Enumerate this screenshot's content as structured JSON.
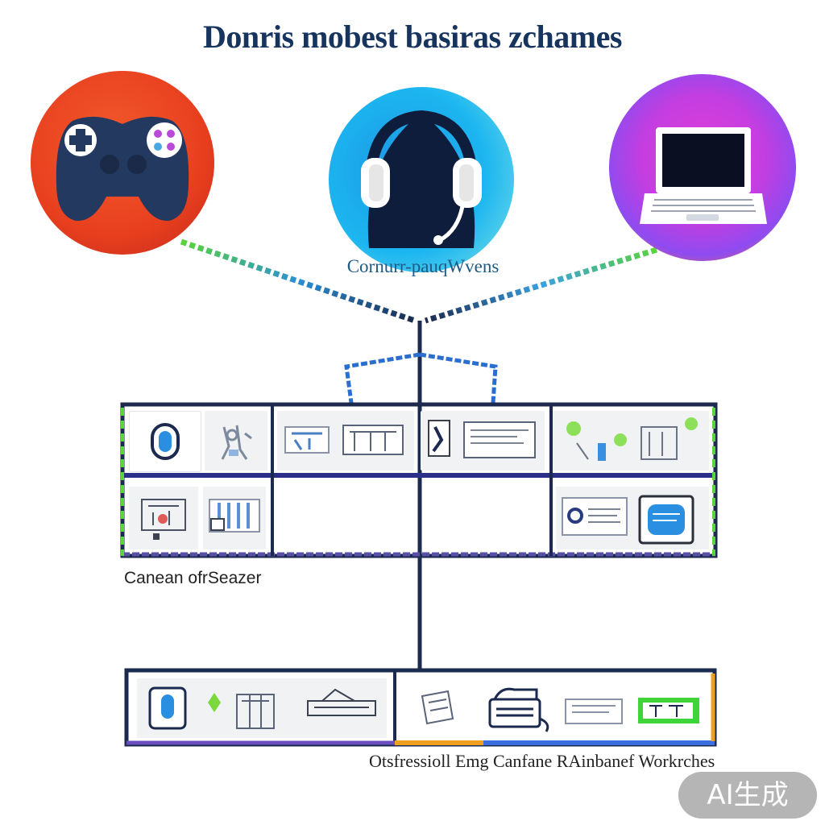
{
  "title": "Donris mobest basiras zchames",
  "hub_label": "Cornurr-pauqWvens",
  "caption_left": "Canean ofrSeazer",
  "caption_bottom": "Otsfressioll Emg Canfane RAinbanef Workrches",
  "badge": "AI生成",
  "nodes": [
    {
      "icon": "gamepad-icon"
    },
    {
      "icon": "headset-icon"
    },
    {
      "icon": "laptop-icon"
    }
  ],
  "colors": {
    "navy": "#1b2a4e",
    "orange": "#e8401f",
    "cyan": "#1cb6f0",
    "magenta": "#c33ee0",
    "green": "#5ad43a"
  }
}
